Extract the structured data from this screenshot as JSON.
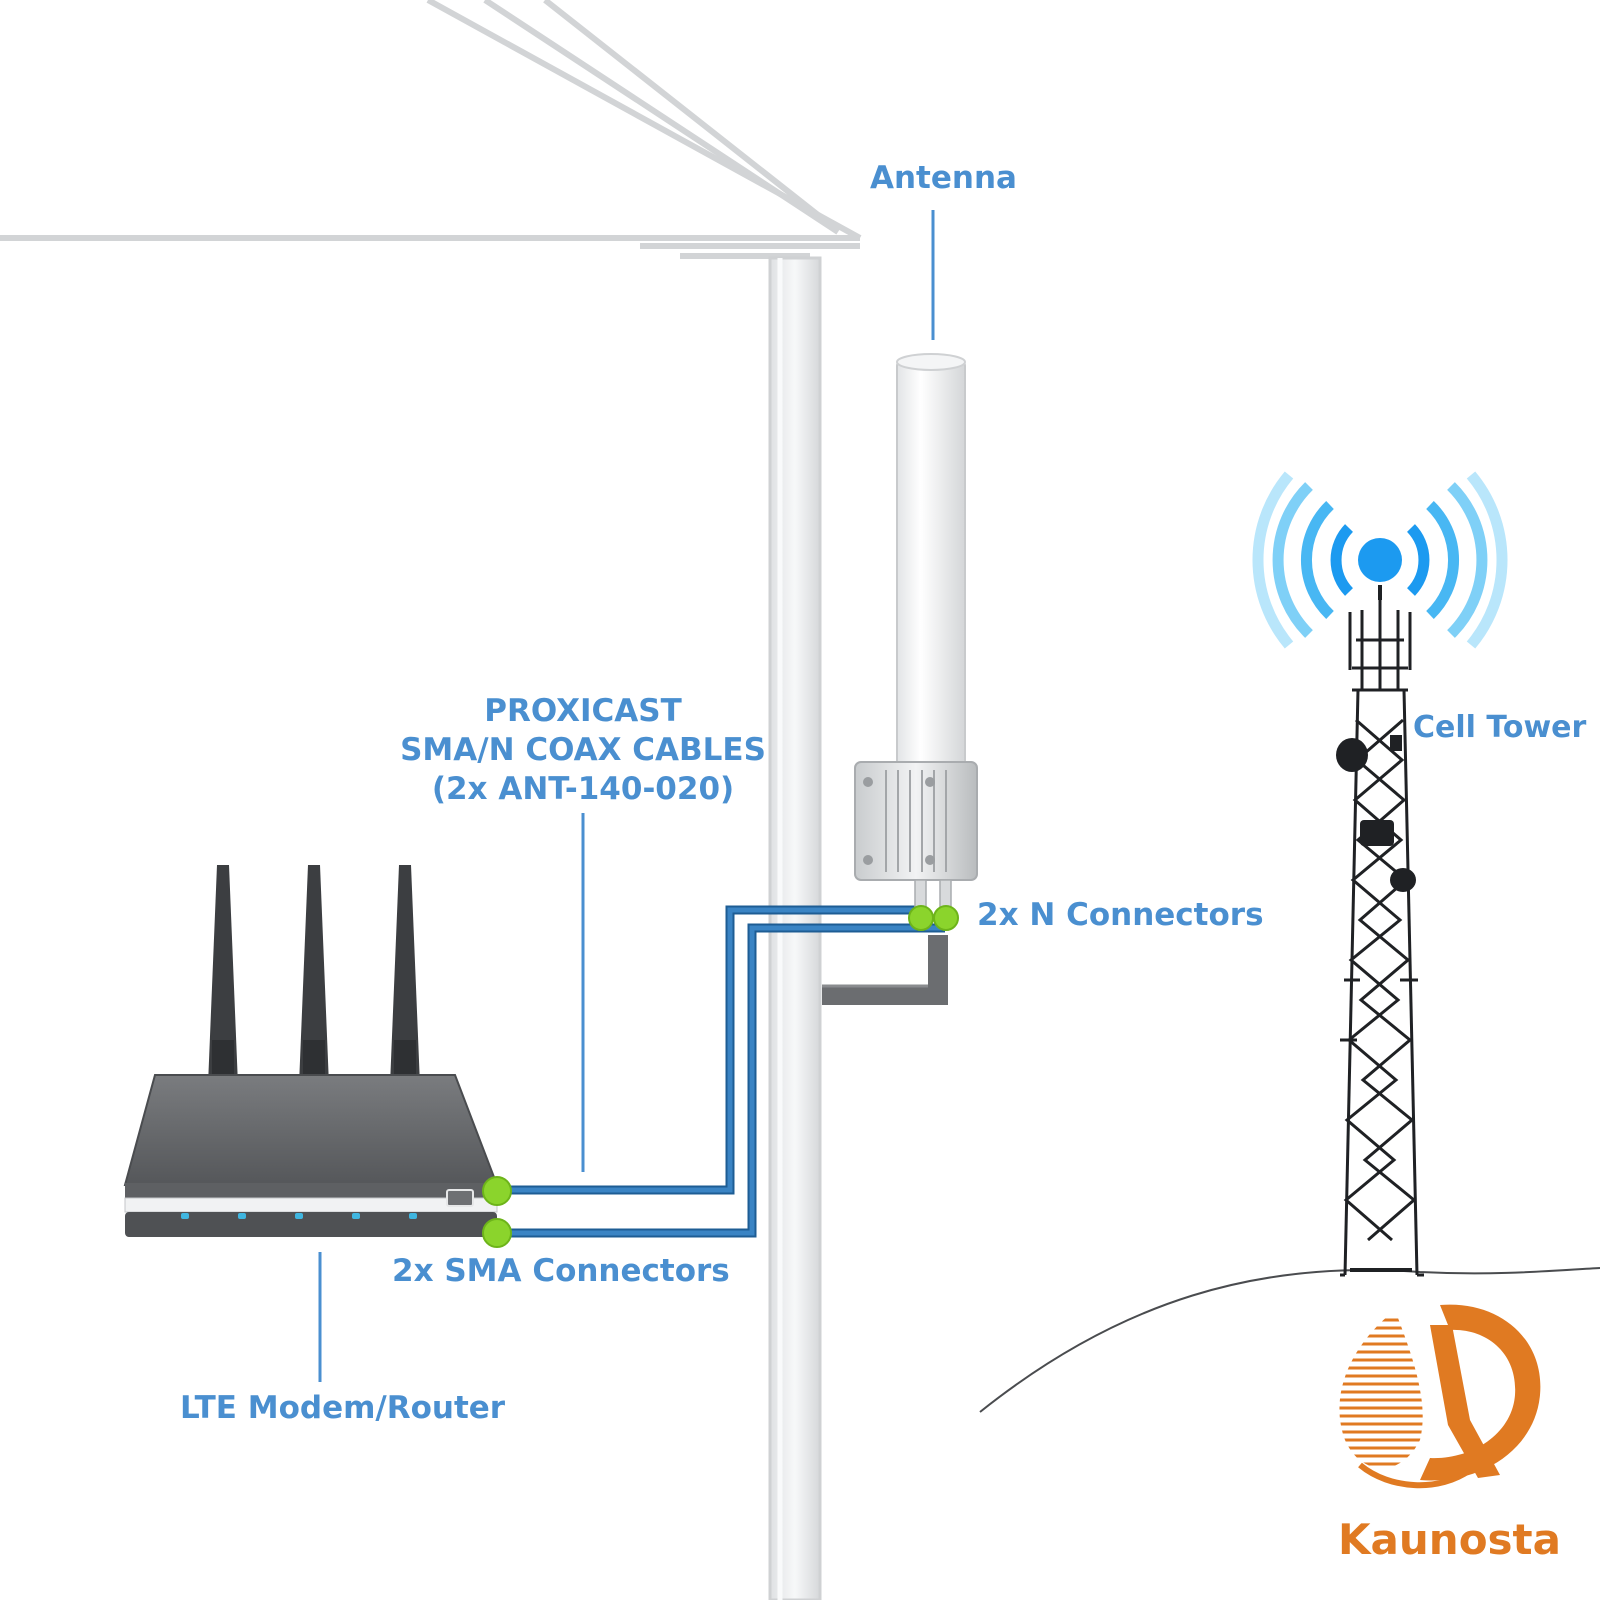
{
  "labels": {
    "antenna": "Antenna",
    "cell_tower": "Cell Tower",
    "cables_line1": "PROXICAST",
    "cables_line2": "SMA/N COAX CABLES",
    "cables_line3": "(2x ANT-140-020)",
    "n_connectors": "2x N Connectors",
    "sma_connectors": "2x SMA Connectors",
    "router": "LTE Modem/Router"
  },
  "brand": {
    "name": "Kaunosta",
    "color": "#e07a22"
  },
  "colors": {
    "label_text": "#4a8fd0",
    "cable": "#3a84c4",
    "connector": "#8bd42c",
    "signal": "#4ab8f0",
    "router_body": "#5e6063",
    "wall": "#e6e8ea"
  }
}
